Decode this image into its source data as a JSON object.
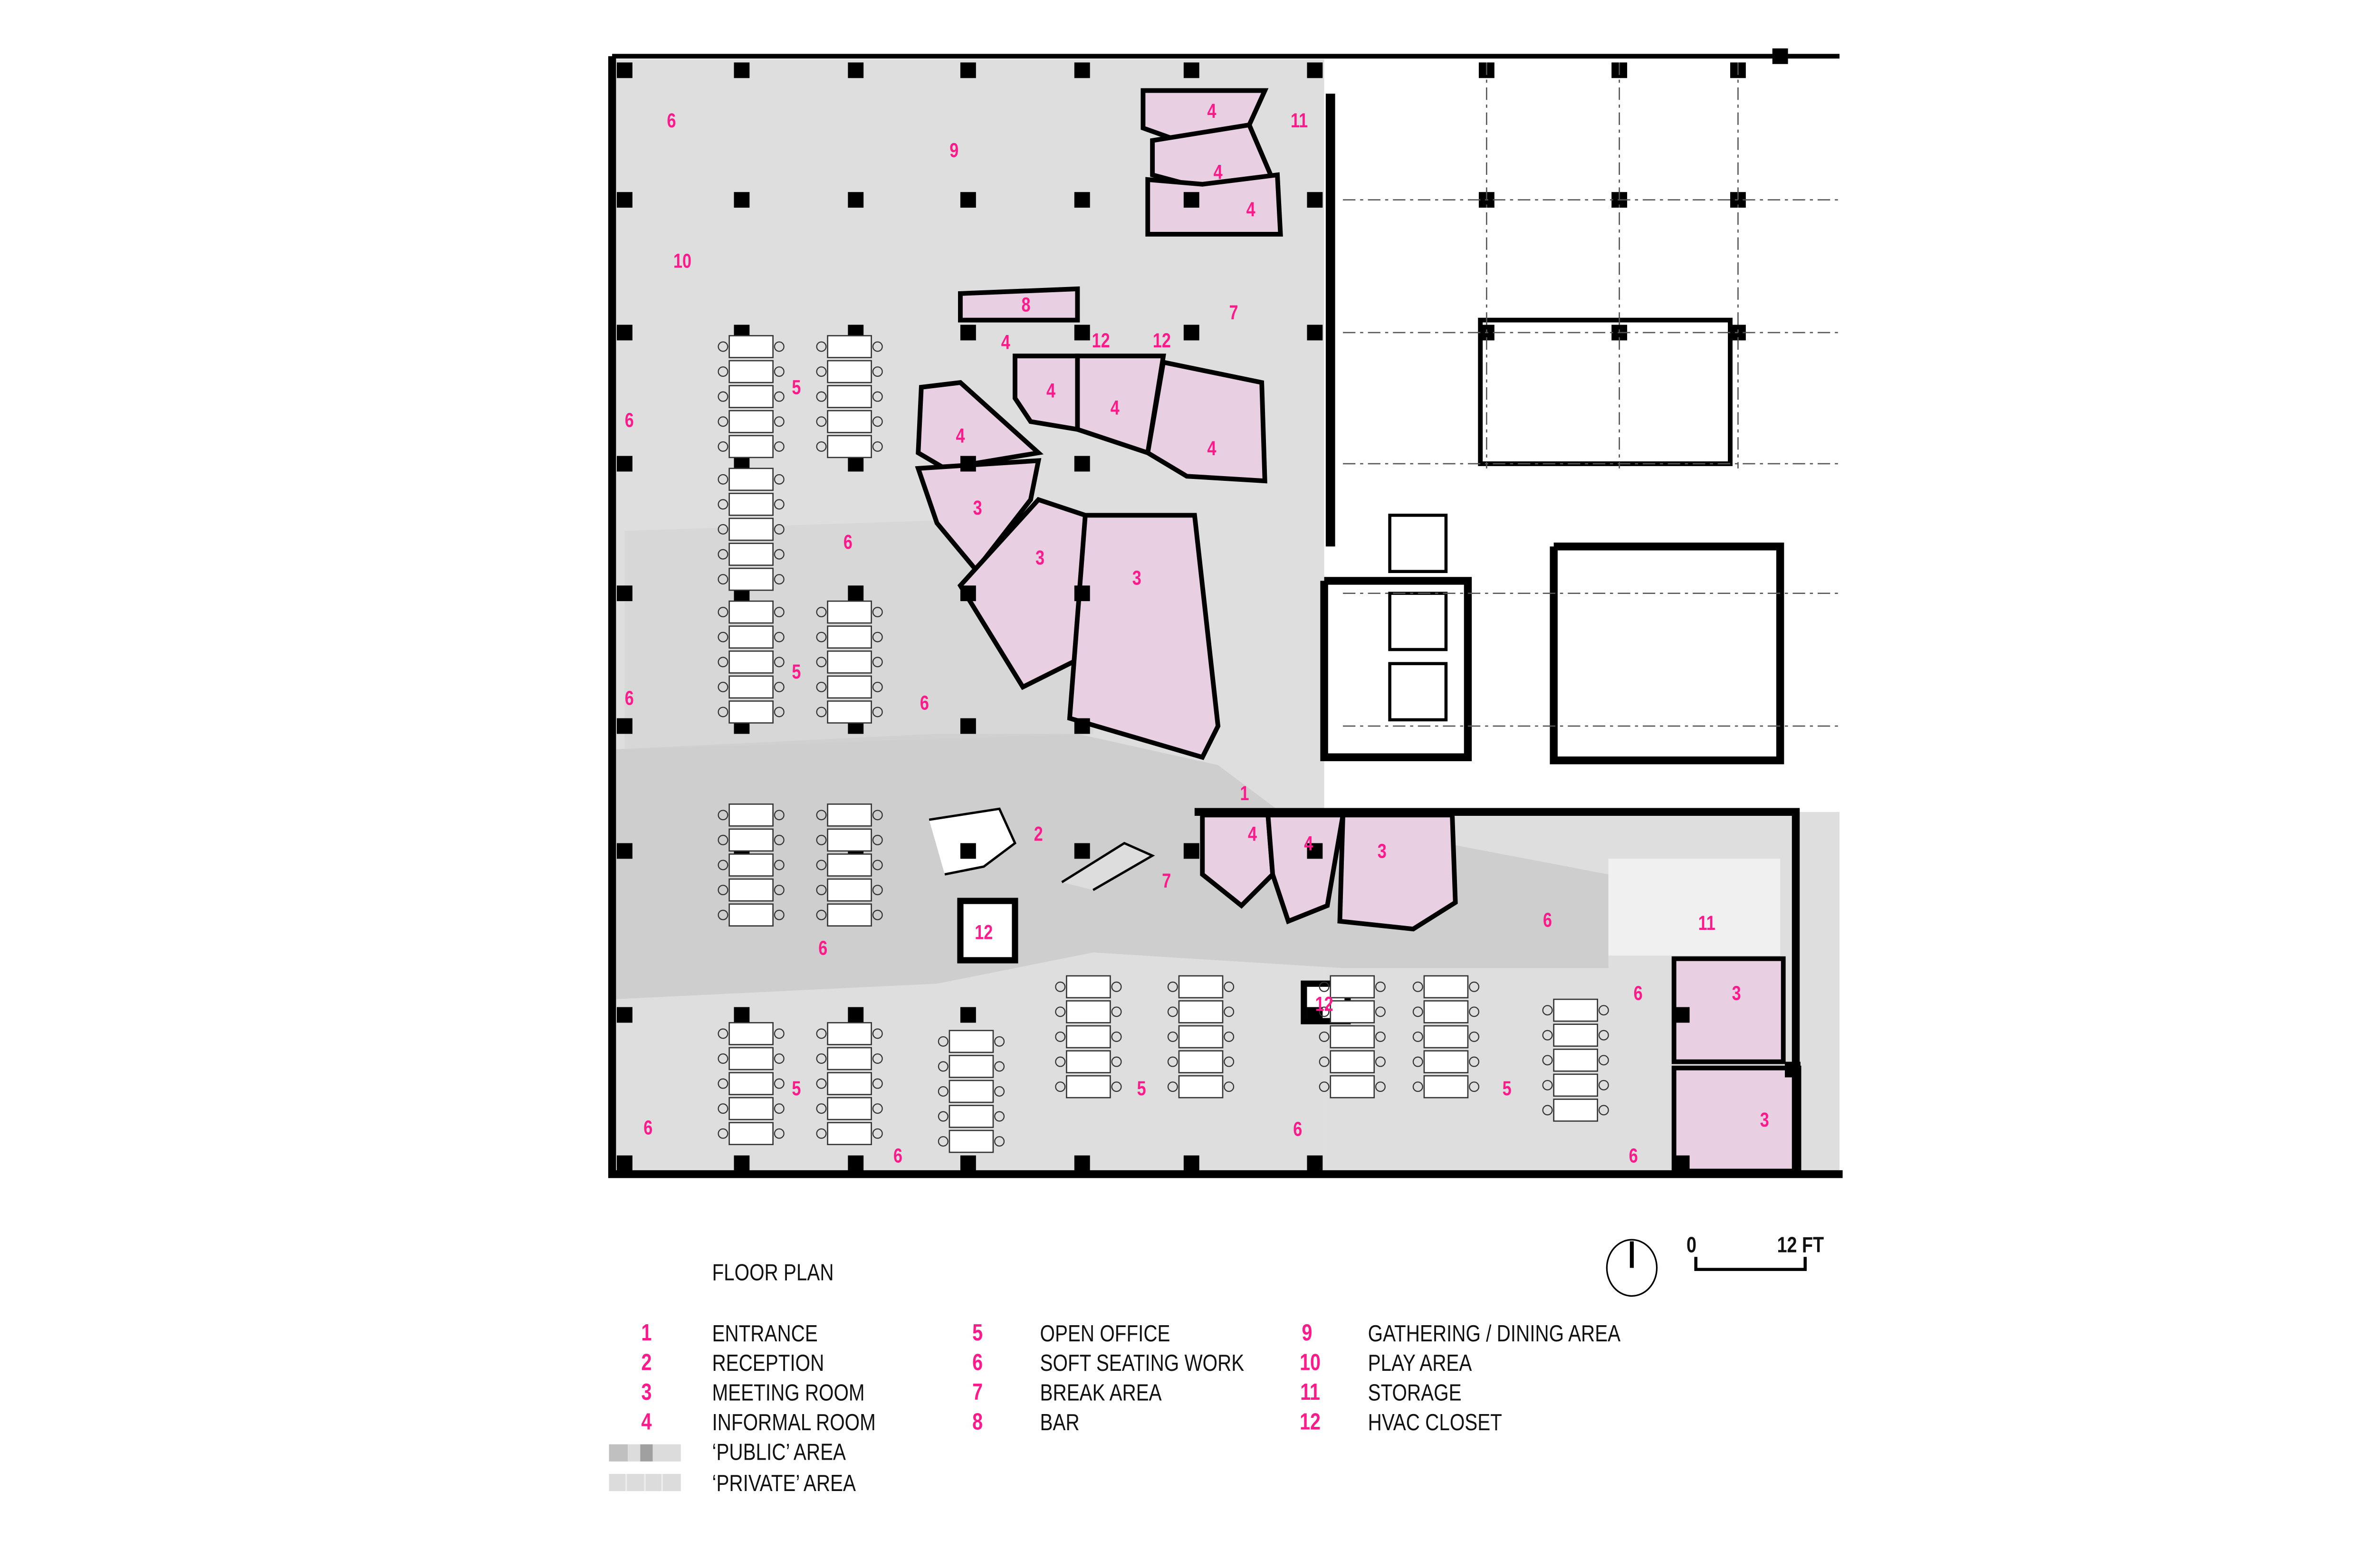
{
  "title": "FLOOR PLAN",
  "scale_bar": {
    "start": "0",
    "end": "12 FT"
  },
  "north_arrow": "north-arrow-icon",
  "colors": {
    "accent": "#ff1a8c",
    "room_fill": "#e9cfe2",
    "private_area": "#dcdcdc",
    "public_area": "#b8b8b8",
    "wall": "#000000"
  },
  "legend": {
    "rooms": [
      {
        "num": "1",
        "label": "ENTRANCE"
      },
      {
        "num": "2",
        "label": "RECEPTION"
      },
      {
        "num": "3",
        "label": "MEETING ROOM"
      },
      {
        "num": "4",
        "label": "INFORMAL ROOM"
      },
      {
        "num": "5",
        "label": "OPEN OFFICE"
      },
      {
        "num": "6",
        "label": "SOFT SEATING WORK"
      },
      {
        "num": "7",
        "label": "BREAK AREA"
      },
      {
        "num": "8",
        "label": "BAR"
      },
      {
        "num": "9",
        "label": "GATHERING / DINING AREA"
      },
      {
        "num": "10",
        "label": "PLAY AREA"
      },
      {
        "num": "11",
        "label": "STORAGE"
      },
      {
        "num": "12",
        "label": "HVAC CLOSET"
      }
    ],
    "areas": [
      {
        "label": "‘PUBLIC’ AREA"
      },
      {
        "label": "‘PRIVATE’ AREA"
      }
    ]
  },
  "plan_labels": [
    "6",
    "9",
    "11",
    "4",
    "4",
    "4",
    "10",
    "8",
    "7",
    "4",
    "12",
    "12",
    "5",
    "6",
    "4",
    "4",
    "4",
    "4",
    "3",
    "6",
    "3",
    "3",
    "5",
    "6",
    "6",
    "1",
    "2",
    "7",
    "4",
    "4",
    "3",
    "12",
    "6",
    "6",
    "11",
    "12",
    "6",
    "3",
    "5",
    "5",
    "5",
    "6",
    "3",
    "6",
    "6",
    "6"
  ]
}
